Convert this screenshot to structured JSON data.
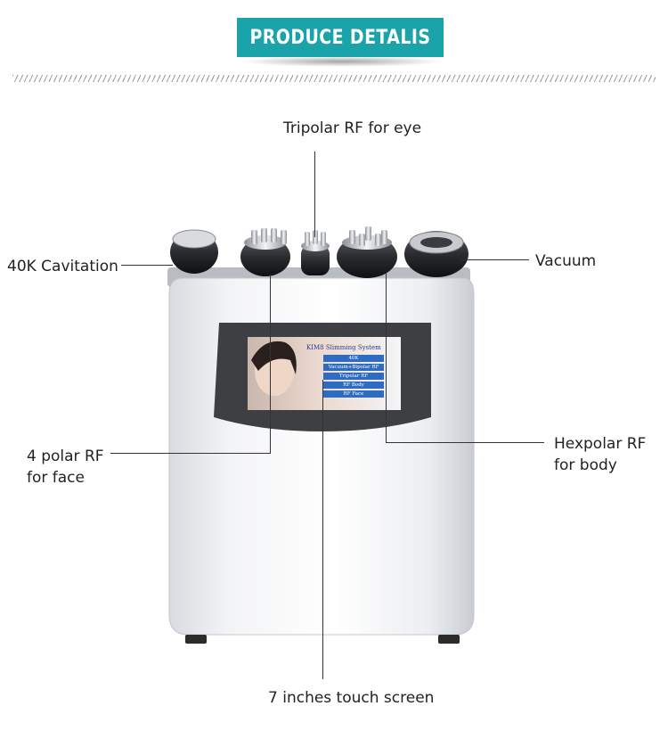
{
  "header": {
    "title": "PRODUCE DETALIS"
  },
  "labels": {
    "tripolar": "Tripolar RF for eye",
    "cavitation": "40K Cavitation",
    "vacuum": "Vacuum",
    "fourpolar_line1": "4  polar RF",
    "fourpolar_line2": "for face",
    "hexpolar_line1": "Hexpolar RF",
    "hexpolar_line2": "for body",
    "screen": "7 inches touch screen"
  },
  "device_screen": {
    "title": "KIM8 Slimming System",
    "menu": [
      "40K",
      "Vacuum+Bipolar RF",
      "Tripolar RF",
      "RF Body",
      "RF Face"
    ]
  },
  "colors": {
    "accent": "#1aa3a9",
    "screen_button": "#2e6cc2"
  }
}
